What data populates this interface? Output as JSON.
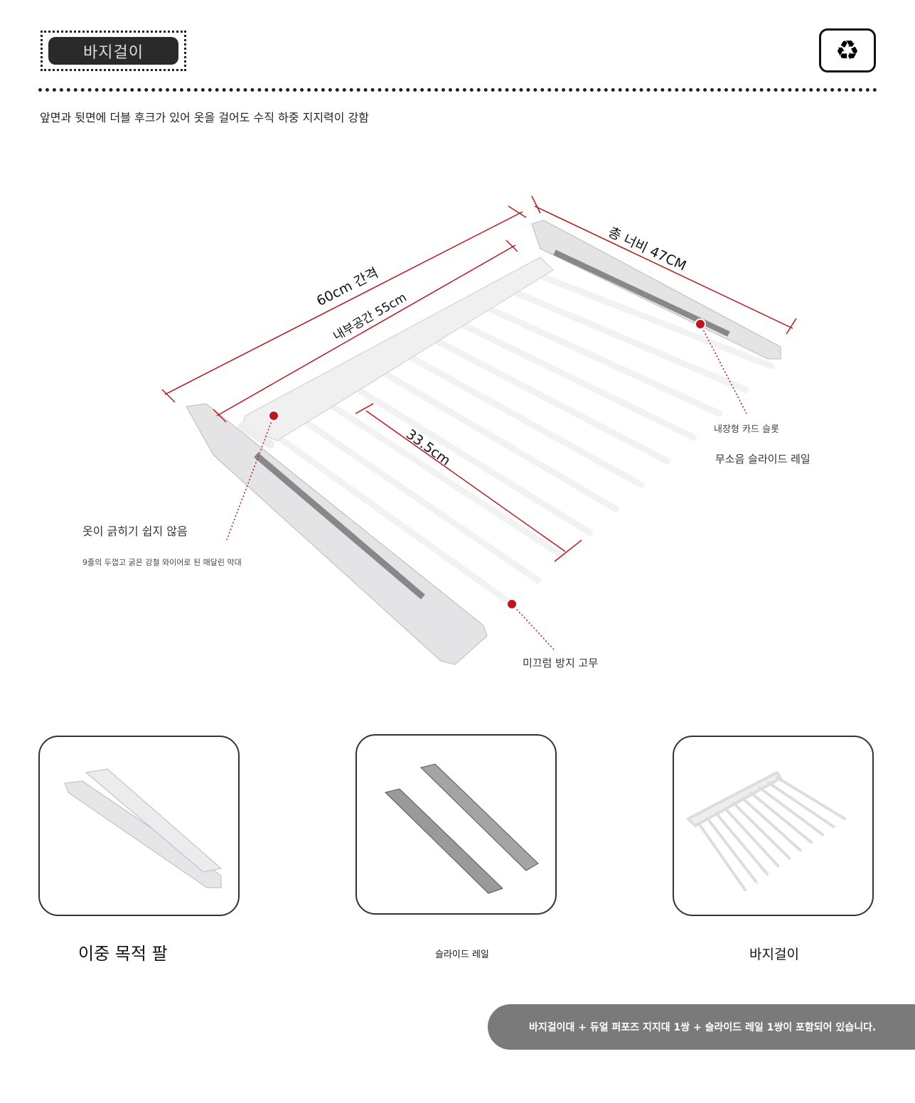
{
  "header": {
    "badge_title": "바지걸이",
    "icon": "recycle-icon",
    "subtitle": "앞면과 뒷면에 더블 후크가 있어 옷을 걸어도 수직 하중 지지력이 강함"
  },
  "diagram": {
    "dim_outer": "60cm 간격",
    "dim_inner": "내부공간 55cm",
    "dim_width": "총 너비 47CM",
    "dim_rod": "33.5cm",
    "callouts": {
      "card_slot": "내장형 카드 슬롯",
      "silent_rail": "무소음 슬라이드 레일",
      "no_scratch": "옷이 긁히기 쉽지 않음",
      "wire_desc": "9줄의 두껍고 굵은 강철 와이어로 된 매달린 막대",
      "anti_slip": "미끄럼 방지 고무"
    },
    "accent": "#c0151b"
  },
  "parts": [
    {
      "caption": "이중 목적 팔"
    },
    {
      "caption": "슬라이드 레일"
    },
    {
      "caption": "바지걸이"
    }
  ],
  "banner": {
    "text": "바지걸이대 + 듀얼 퍼포즈 지지대 1쌍 + 슬라이드 레일 1쌍이 포함되어 있습니다."
  }
}
